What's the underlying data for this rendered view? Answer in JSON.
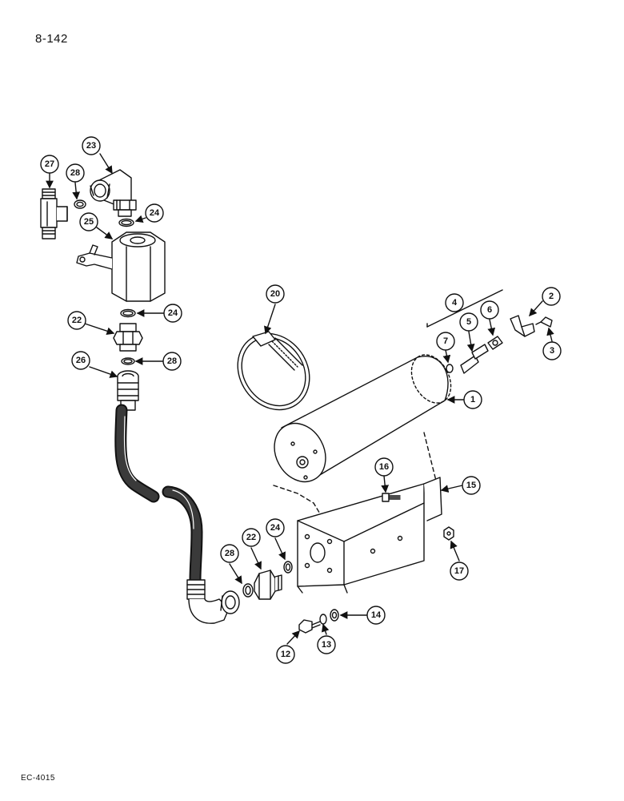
{
  "page": {
    "number": "8-142",
    "footer_code": "EC-4015"
  },
  "callouts": [
    "1",
    "2",
    "3",
    "4",
    "5",
    "6",
    "7",
    "12",
    "13",
    "14",
    "15",
    "16",
    "17",
    "20",
    "22",
    "22",
    "23",
    "24",
    "24",
    "24",
    "25",
    "26",
    "27",
    "28",
    "28",
    "28"
  ]
}
